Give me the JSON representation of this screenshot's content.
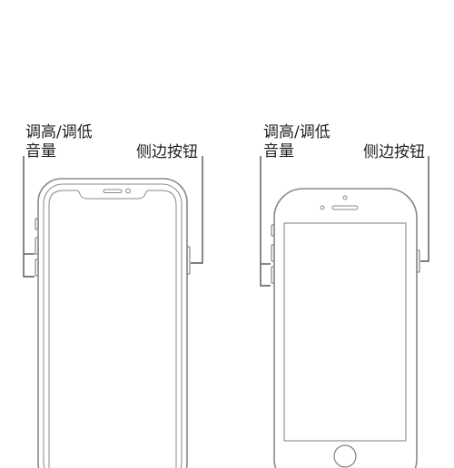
{
  "phones": [
    {
      "model": "face-id",
      "volume_label": [
        "调高/调低",
        "音量"
      ],
      "side_label": "侧边按钮"
    },
    {
      "model": "home-button",
      "volume_label": [
        "调高/调低",
        "音量"
      ],
      "side_label": "侧边按钮"
    }
  ],
  "colors": {
    "outline": "#888888",
    "leader": "#555555",
    "text": "#222222"
  }
}
